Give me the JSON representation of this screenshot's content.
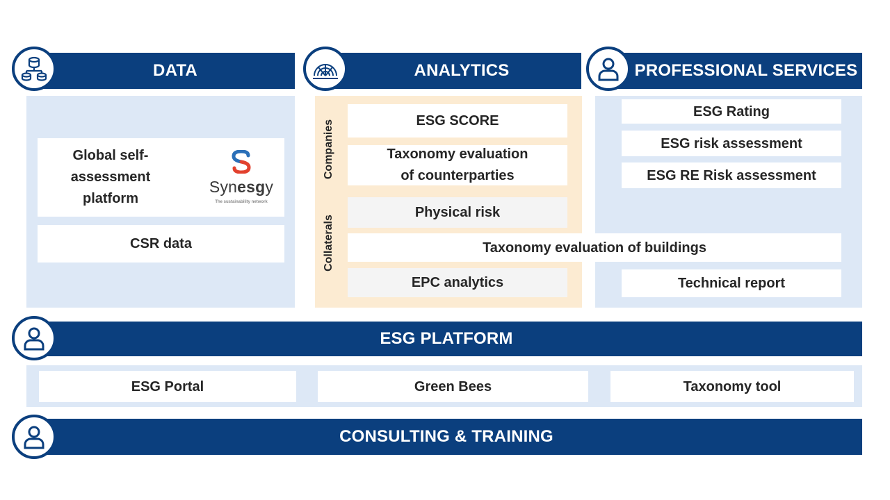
{
  "header": {
    "data": "DATA",
    "analytics": "ANALYTICS",
    "professional_services": "PROFESSIONAL SERVICES"
  },
  "icons": {
    "data": "database-icon",
    "analytics": "rainbow-chart-icon",
    "professional_services": "person-icon",
    "platform": "person-icon",
    "consulting": "person-icon"
  },
  "data_column": {
    "self_assessment": "Global self-\nassessment\nplatform",
    "csr_data": "CSR data",
    "logo": {
      "word_start": "Syn",
      "word_bold": "esg",
      "word_end": "y",
      "tagline": "The sustainability network"
    }
  },
  "analytics_column": {
    "companies_label": "Companies",
    "collaterals_label": "Collaterals",
    "esg_score": "ESG SCORE",
    "taxonomy_counterparties": "Taxonomy evaluation\nof counterparties",
    "physical_risk": "Physical risk",
    "taxonomy_buildings": "Taxonomy evaluation of buildings",
    "epc_analytics": "EPC analytics"
  },
  "services_column": {
    "esg_rating": "ESG Rating",
    "esg_risk_assessment": "ESG risk assessment",
    "esg_re_risk_assessment": "ESG RE Risk assessment",
    "technical_report": "Technical report"
  },
  "platform": {
    "title": "ESG PLATFORM",
    "items": [
      "ESG Portal",
      "Green Bees",
      "Taxonomy tool"
    ]
  },
  "consulting": {
    "title": "CONSULTING & TRAINING"
  },
  "colors": {
    "navy": "#0b3f7e",
    "light_blue": "#dde8f6",
    "beige": "#fcebd2",
    "grey_box": "#f4f4f4"
  }
}
